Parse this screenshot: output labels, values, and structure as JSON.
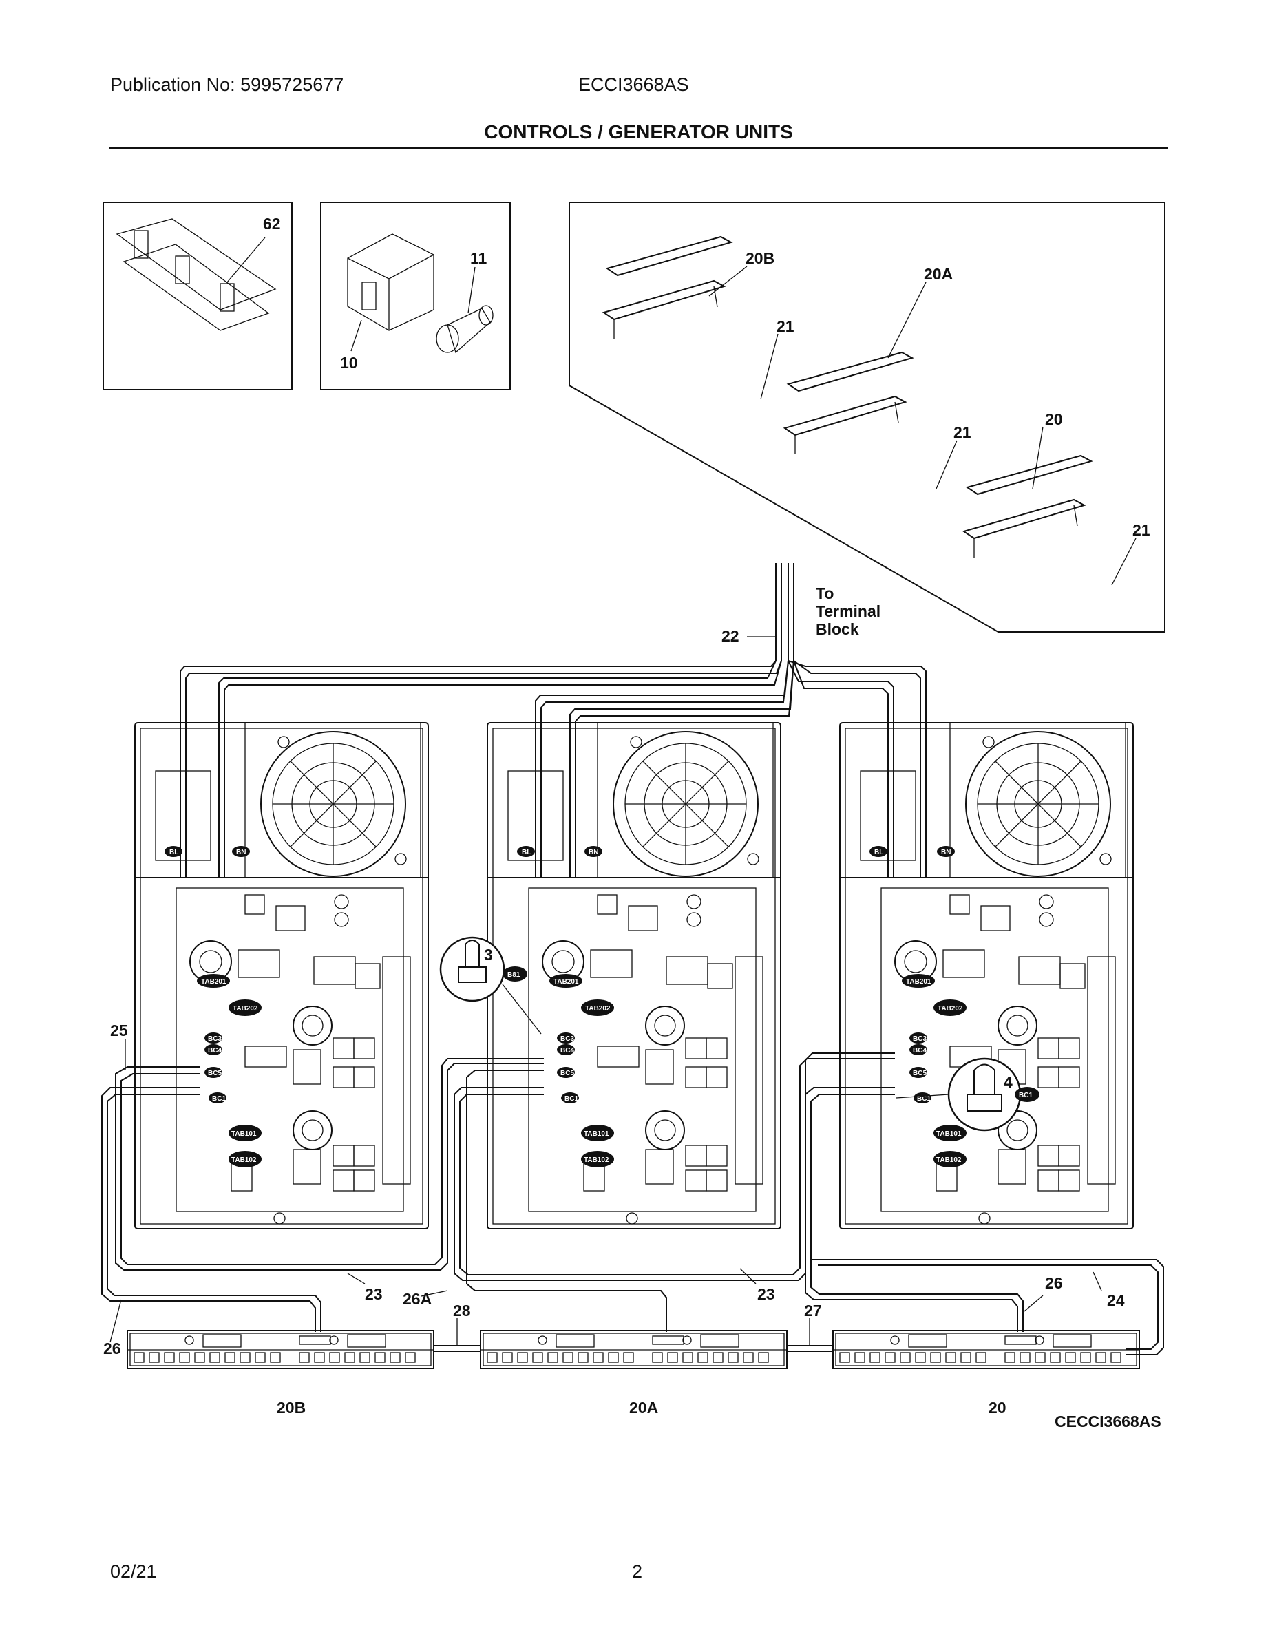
{
  "header": {
    "publication": "Publication No: 5995725677",
    "model": "ECCI3668AS",
    "title": "CONTROLS / GENERATOR UNITS"
  },
  "footer": {
    "date": "02/21",
    "page": "2"
  },
  "callouts": {
    "c62": "62",
    "c11": "11",
    "c10": "10",
    "c20B_top": "20B",
    "c21_a": "21",
    "c20A_top": "20A",
    "c21_b": "21",
    "c20_top": "20",
    "c21_c": "21",
    "c22": "22",
    "to_terminal_1": "To",
    "to_terminal_2": "Terminal",
    "to_terminal_3": "Block",
    "c3": "3",
    "c4": "4",
    "c25": "25",
    "c23_a": "23",
    "c26A": "26A",
    "c28": "28",
    "c23_b": "23",
    "c27": "27",
    "c26_a": "26",
    "c24": "24",
    "c26_b": "26",
    "c20B_bot": "20B",
    "c20A_bot": "20A",
    "c20_bot": "20",
    "diagram_code": "CECCI3668AS"
  },
  "board_tags": {
    "bl": "BL",
    "bn": "BN",
    "tab201": "TAB201",
    "tab202": "TAB202",
    "bc3": "BC3",
    "bc4": "BC4",
    "bc5": "BC5",
    "bc1": "BC1",
    "tab101": "TAB101",
    "tab102": "TAB102",
    "b81": "B81",
    "bc1_zoom": "BC1"
  }
}
